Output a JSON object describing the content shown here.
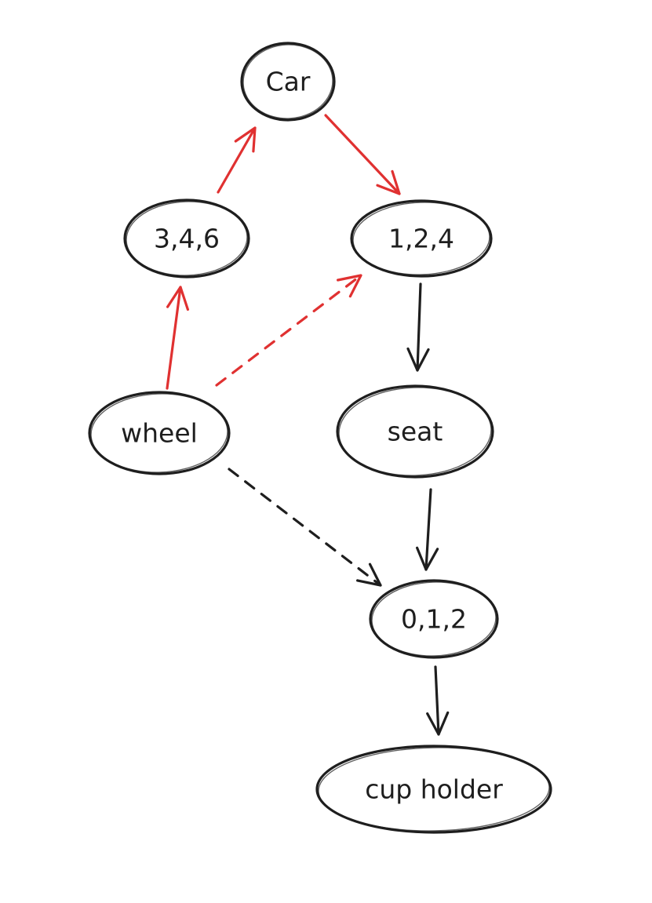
{
  "colors": {
    "red": "#e03131",
    "black": "#1e1e1e"
  },
  "nodes": [
    {
      "id": "car",
      "label": "Car"
    },
    {
      "id": "n346",
      "label": "3,4,6"
    },
    {
      "id": "n124",
      "label": "1,2,4"
    },
    {
      "id": "wheel",
      "label": "wheel"
    },
    {
      "id": "seat",
      "label": "seat"
    },
    {
      "id": "n012",
      "label": "0,1,2"
    },
    {
      "id": "cupholder",
      "label": "cup holder"
    }
  ],
  "edges": [
    {
      "id": "n346-to-car",
      "from": "n346",
      "to": "car",
      "color": "red",
      "dashed": false
    },
    {
      "id": "car-to-n124",
      "from": "car",
      "to": "n124",
      "color": "red",
      "dashed": false
    },
    {
      "id": "wheel-to-n346",
      "from": "wheel",
      "to": "n346",
      "color": "red",
      "dashed": false
    },
    {
      "id": "wheel-to-n124",
      "from": "wheel",
      "to": "n124",
      "color": "red",
      "dashed": true
    },
    {
      "id": "n124-to-seat",
      "from": "n124",
      "to": "seat",
      "color": "black",
      "dashed": false
    },
    {
      "id": "wheel-to-n012",
      "from": "wheel",
      "to": "n012",
      "color": "black",
      "dashed": true
    },
    {
      "id": "seat-to-n012",
      "from": "seat",
      "to": "n012",
      "color": "black",
      "dashed": false
    },
    {
      "id": "n012-to-cupholder",
      "from": "n012",
      "to": "cupholder",
      "color": "black",
      "dashed": false
    }
  ]
}
